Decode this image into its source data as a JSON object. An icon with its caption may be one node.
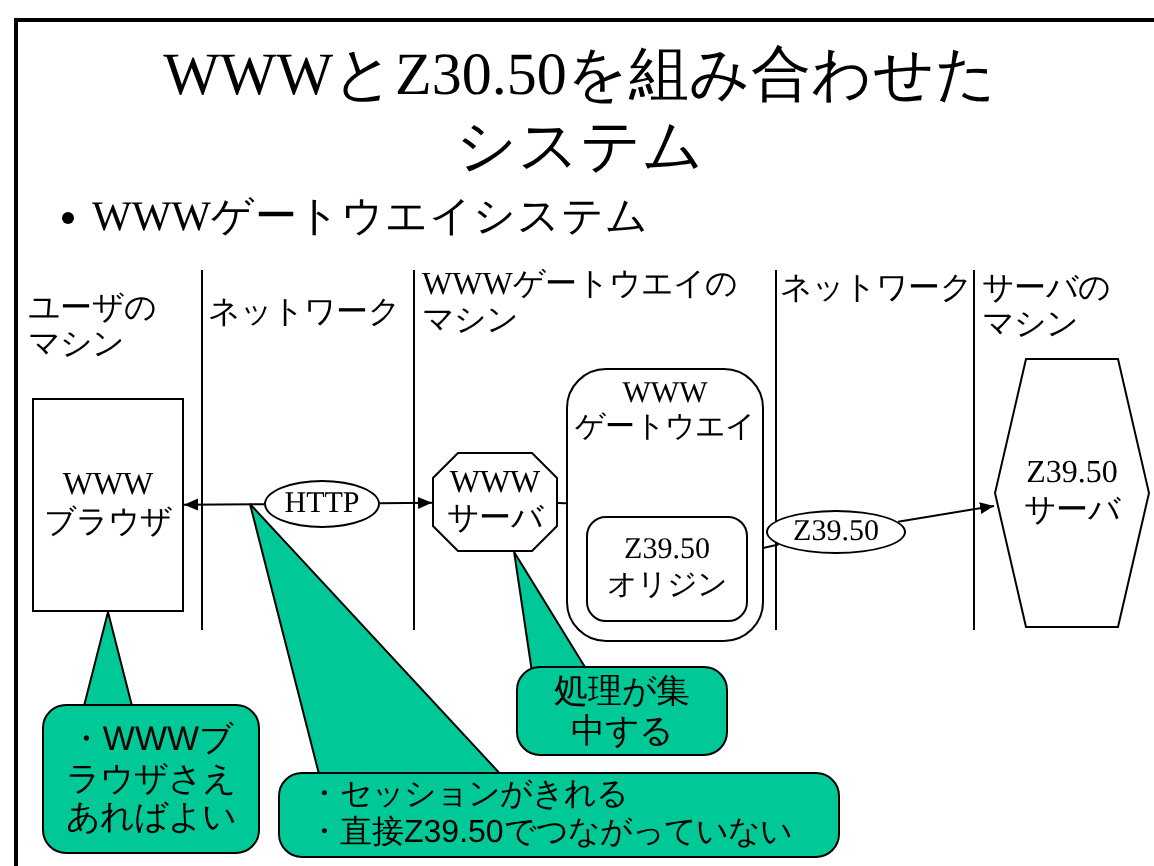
{
  "diagram": {
    "title": "WWWとZ30.50を組み合わせたシステム",
    "nodes": [
      {
        "text": [
          "WWW ブラウザ"
        ]
      },
      {
        "text": [
          "HTTP"
        ]
      },
      {
        "text": [
          "WWW サーバ"
        ]
      },
      {
        "text": [
          "WWW ゲートウエイ"
        ]
      },
      {
        "text": [
          "Z39.50 オリジン"
        ],
        "in": 3
      },
      {
        "text": [
          "Z39.50"
        ]
      },
      {
        "text": [
          "Z39.50 サーバ"
        ]
      },
      {
        "text": [
          "・WWWブラウザさえあればよい"
        ]
      },
      {
        "text": [
          "処理が集中する"
        ]
      },
      {
        "text": [
          "・セッションがきれる",
          "・直接Z39.50でつながっていない"
        ]
      }
    ],
    "edges": [
      {
        "from": 1,
        "to": 0,
        "arrow": "to"
      },
      {
        "from": 1,
        "to": 2,
        "arrow": "to"
      },
      {
        "from": 2,
        "to": 3,
        "arrow": "none"
      },
      {
        "from": 5,
        "to": 4,
        "arrow": "to"
      },
      {
        "from": 5,
        "to": 6,
        "arrow": "to"
      },
      {
        "from": 7,
        "to": 0,
        "arrow": "to"
      },
      {
        "from": 8,
        "to": 2,
        "arrow": "to"
      },
      {
        "from": 9,
        "to": null,
        "arrow": "to"
      }
    ],
    "labels": [
      "WWWゲートウエイシステム",
      "ユーザのマシン",
      "ネットワーク",
      "WWWゲートウエイのマシン",
      "ネットワーク",
      "サーバのマシン"
    ]
  }
}
